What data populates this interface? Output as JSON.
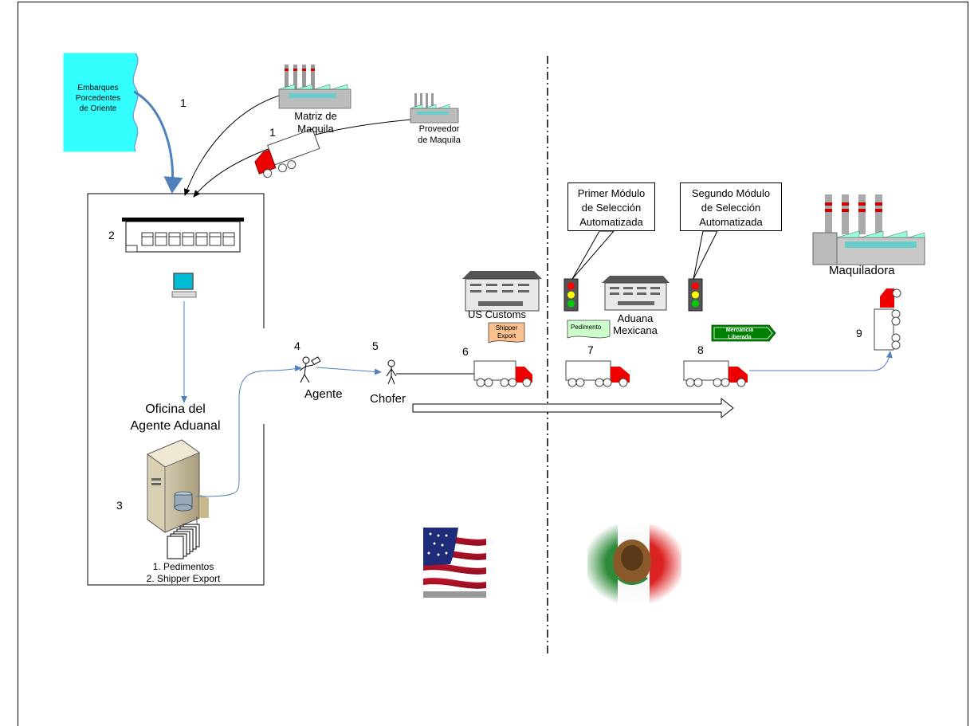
{
  "shipments_label": [
    "Embarques",
    "Porcedentes",
    "de Oriente"
  ],
  "matriz_label": [
    "Matriz de",
    "Maquila"
  ],
  "proveedor_label": [
    "Proveedor",
    "de Maquila"
  ],
  "office_label": [
    "Oficina del",
    "Agente Aduanal"
  ],
  "documents_label": [
    "1. Pedimentos",
    "2. Shipper Export"
  ],
  "agente_label": "Agente",
  "chofer_label": "Chofer",
  "us_customs_label": "US Customs",
  "shipper_export_doc": [
    "Shipper",
    "Export"
  ],
  "pedimento_doc": "Pedimento",
  "aduana_label": [
    "Aduana",
    "Mexicana"
  ],
  "mercancia_sign": [
    "Mercancia",
    "Liberada"
  ],
  "maquiladora_label": "Maquiladora",
  "callout_1": [
    "Primer Módulo",
    "de Selección",
    "Automatizada"
  ],
  "callout_2": [
    "Segundo Módulo",
    "de Selección",
    "Automatizada"
  ],
  "steps": {
    "s1a": "1",
    "s1b": "1",
    "s2": "2",
    "s3": "3",
    "s4": "4",
    "s5": "5",
    "s6": "6",
    "s7": "7",
    "s8": "8",
    "s9": "9"
  },
  "colors": {
    "shipments_fill": "#33ffff",
    "arrow_blue": "#4f81bd",
    "truck_red": "#ff0000",
    "pedimento_fill": "#ccffcc",
    "shipper_fill": "#fac090",
    "sign_green": "#008000"
  }
}
